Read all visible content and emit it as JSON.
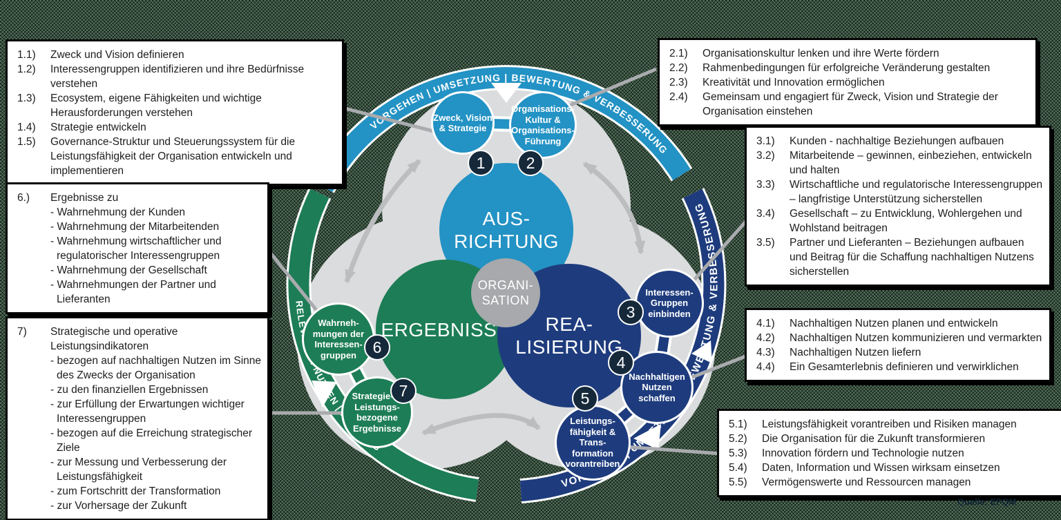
{
  "meta": {
    "source": "Quelle: EFQM"
  },
  "colors": {
    "light_blue": "#2392C4",
    "dark_blue": "#1E3C7D",
    "green": "#1D7D56",
    "clover_gray": "#DBDCDE",
    "organisation_gray": "#A7A9AC",
    "badge_navy": "#16293B"
  },
  "arcs": {
    "top_label": "VORGEHEN | UMSETZUNG | BEWERTUNG & VERBESSERUNG",
    "right_label": "VORGEHEN | UMSETZUNG | BEWERTUNG & VERBESSERUNG",
    "left_label": "RELEVANZ & NUTZEN | LEISTUNG"
  },
  "core": {
    "direction": {
      "l1": "AUS-",
      "l2": "RICHTUNG"
    },
    "results": {
      "l1": "ERGEBNISSE"
    },
    "realisation": {
      "l1": "REA-",
      "l2": "LISIERUNG"
    },
    "organisation": {
      "l1": "ORGANI-",
      "l2": "SATION"
    }
  },
  "criteria": [
    {
      "num": "1",
      "lines": [
        "Zweck, Vision",
        "& Strategie"
      ]
    },
    {
      "num": "2",
      "lines": [
        "Organisations-",
        "Kultur &",
        "Organisations-",
        "Führung"
      ]
    },
    {
      "num": "3",
      "lines": [
        "Interessen-",
        "Gruppen",
        "einbinden"
      ]
    },
    {
      "num": "4",
      "lines": [
        "Nachhaltigen",
        "Nutzen",
        "schaffen"
      ]
    },
    {
      "num": "5",
      "lines": [
        "Leistungs-",
        "fähigkeit &",
        "Trans-",
        "formation",
        "vorantreiben"
      ]
    },
    {
      "num": "6",
      "lines": [
        "Wahrneh-",
        "mungen der",
        "Interessen-",
        "gruppen"
      ]
    },
    {
      "num": "7",
      "lines": [
        "Strategie- &",
        "Leistungs-",
        "bezogene",
        "Ergebnisse"
      ]
    }
  ],
  "boxes": {
    "b1": {
      "items": [
        {
          "num": "1.1)",
          "text": "Zweck und Vision definieren"
        },
        {
          "num": "1.2)",
          "text": "Interessengruppen identifizieren und ihre Bedürfnisse verstehen"
        },
        {
          "num": "1.3)",
          "text": "Ecosystem, eigene Fähigkeiten und wichtige Herausforderungen verstehen"
        },
        {
          "num": "1.4)",
          "text": "Strategie entwickeln"
        },
        {
          "num": "1.5)",
          "text": "Governance-Struktur und Steuerungssystem für die Leistungsfähigkeit der Organisation entwickeln und implementieren"
        }
      ]
    },
    "b2": {
      "items": [
        {
          "num": "2.1)",
          "text": "Organisationskultur lenken und ihre Werte fördern"
        },
        {
          "num": "2.2)",
          "text": "Rahmenbedingungen für erfolgreiche Veränderung gestalten"
        },
        {
          "num": "2.3)",
          "text": "Kreativität und Innovation ermöglichen"
        },
        {
          "num": "2.4)",
          "text": "Gemeinsam und engagiert für Zweck, Vision und Strategie der Organisation einstehen"
        }
      ]
    },
    "b3": {
      "items": [
        {
          "num": "3.1)",
          "text": "Kunden - nachhaltige Beziehungen aufbauen"
        },
        {
          "num": "3.2)",
          "text": "Mitarbeitende – gewinnen, einbeziehen, entwickeln und halten"
        },
        {
          "num": "3.3)",
          "text": "Wirtschaftliche und regulatorische Interessengruppen – langfristige Unterstützung sicherstellen"
        },
        {
          "num": "3.4)",
          "text": "Gesellschaft – zu Entwicklung, Wohlergehen und Wohlstand beitragen"
        },
        {
          "num": "3.5)",
          "text": "Partner und Lieferanten – Beziehungen aufbauen und Beitrag für die Schaffung nachhaltigen Nutzens sicherstellen"
        }
      ]
    },
    "b4": {
      "items": [
        {
          "num": "4.1)",
          "text": "Nachhaltigen Nutzen planen und entwickeln"
        },
        {
          "num": "4.2)",
          "text": "Nachhaltigen Nutzen kommunizieren und vermarkten"
        },
        {
          "num": "4.3)",
          "text": "Nachhaltigen Nutzen liefern"
        },
        {
          "num": "4.4)",
          "text": "Ein Gesamterlebnis definieren und verwirklichen"
        }
      ]
    },
    "b5": {
      "items": [
        {
          "num": "5.1)",
          "text": "Leistungsfähigkeit vorantreiben und Risiken managen"
        },
        {
          "num": "5.2)",
          "text": "Die Organisation für die Zukunft transformieren"
        },
        {
          "num": "5.3)",
          "text": "Innovation fördern und Technologie nutzen"
        },
        {
          "num": "5.4)",
          "text": "Daten, Information und Wissen wirksam einsetzen"
        },
        {
          "num": "5.5)",
          "text": "Vermögenswerte und Ressourcen managen"
        }
      ]
    },
    "b6": {
      "num": "6.)",
      "lead": "Ergebnisse zu",
      "bullets": [
        "- Wahrnehmung der Kunden",
        "- Wahrnehmung der Mitarbeitenden",
        "- Wahrnehmung wirtschaftlicher und regulatorischer Interessengruppen",
        "- Wahrnehmung der Gesellschaft",
        "- Wahrnehmungen der Partner und Lieferanten"
      ]
    },
    "b7": {
      "num": "7)",
      "lead": "Strategische und operative Leistungsindikatoren",
      "bullets": [
        "- bezogen auf nachhaltigen Nutzen im Sinne des Zwecks der Organisation",
        "- zu den finanziellen Ergebnissen",
        "- zur Erfüllung der Erwartungen wichtiger Interessengruppen",
        "- bezogen auf die Erreichung strategischer Ziele",
        "- zur Messung und Verbesserung der Leistungsfähigkeit",
        "- zum Fortschritt der Transformation",
        "- zur Vorhersage der Zukunft"
      ]
    }
  }
}
